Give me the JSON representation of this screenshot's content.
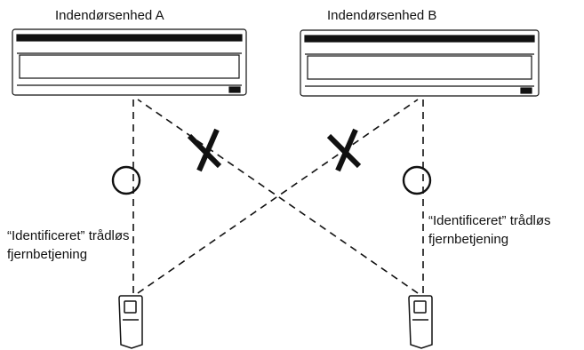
{
  "units": {
    "unit_a": {
      "label": "Indendørsenhed A"
    },
    "unit_b": {
      "label": "Indendørsenhed B"
    }
  },
  "remote_a": {
    "caption_line1": "“Identificeret” trådløs",
    "caption_line2": "fjernbetjening"
  },
  "remote_b": {
    "caption_line1": "“Identificeret” trådløs",
    "caption_line2": "fjernbetjening"
  },
  "links": {
    "remote_a_to_unit_a": "allowed",
    "remote_b_to_unit_b": "allowed",
    "remote_a_to_unit_b": "blocked",
    "remote_b_to_unit_a": "blocked"
  },
  "colors": {
    "line": "#111111",
    "unit_fill": "#ffffff",
    "background": "#ffffff"
  },
  "icons": {
    "allowed": "circle-icon",
    "blocked": "cross-icon"
  }
}
